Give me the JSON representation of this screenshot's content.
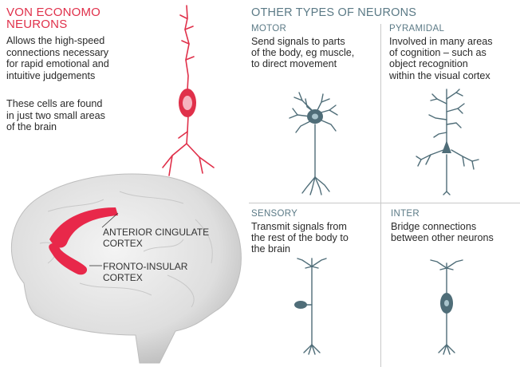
{
  "von_economo": {
    "title": "VON ECONOMO\nNEURONS",
    "description": "Allows the high-speed\nconnections necessary\nfor rapid emotional and\nintuitive judgements",
    "note": "These cells are found\nin just two small areas\nof the brain"
  },
  "brain": {
    "label_acc": "ANTERIOR CINGULATE\nCORTEX",
    "label_fic": "FRONTO-INSULAR\nCORTEX"
  },
  "other": {
    "title": "OTHER TYPES OF NEURONS",
    "motor": {
      "label": "MOTOR",
      "description": "Send signals to parts\nof the body, eg muscle,\nto direct movement"
    },
    "pyramidal": {
      "label": "PYRAMIDAL",
      "description": "Involved in many areas\nof cognition – such as\nobject recognition\nwithin the visual cortex"
    },
    "sensory": {
      "label": "SENSORY",
      "description": "Transmit signals from\nthe rest of the body to\nthe brain"
    },
    "inter": {
      "label": "INTER",
      "description": "Bridge connections\nbetween other neurons"
    }
  },
  "colors": {
    "accent_red": "#e0304a",
    "neuron_teal": "#4f6d78",
    "label_teal": "#5b7a86",
    "brain_grey": "#e4e4e4"
  }
}
